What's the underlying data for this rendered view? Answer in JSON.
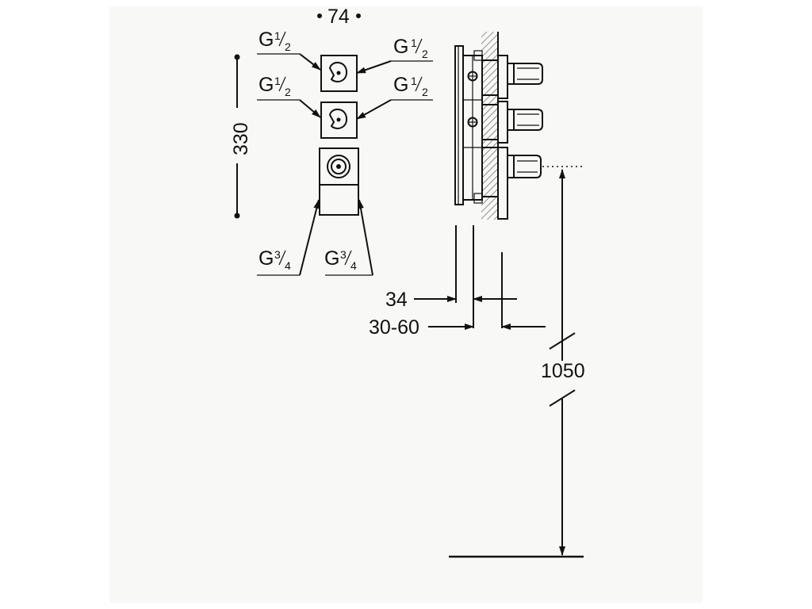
{
  "dimensions": {
    "width": "74",
    "height": "330",
    "depth_34": "34",
    "depth_range": "30-60",
    "mount_height": "1050"
  },
  "threads": {
    "top_left": {
      "g": "G",
      "num": "1",
      "den": "2"
    },
    "top_right": {
      "g": "G",
      "num": "1",
      "den": "2"
    },
    "mid_left": {
      "g": "G",
      "num": "1",
      "den": "2"
    },
    "mid_right": {
      "g": "G",
      "num": "1",
      "den": "2"
    },
    "bottom_left": {
      "g": "G",
      "num": "3",
      "den": "4"
    },
    "bottom_right": {
      "g": "G",
      "num": "3",
      "den": "4"
    }
  },
  "colors": {
    "line": "#111111",
    "sheet": "#f8f9f6",
    "hatch": "#666666"
  }
}
